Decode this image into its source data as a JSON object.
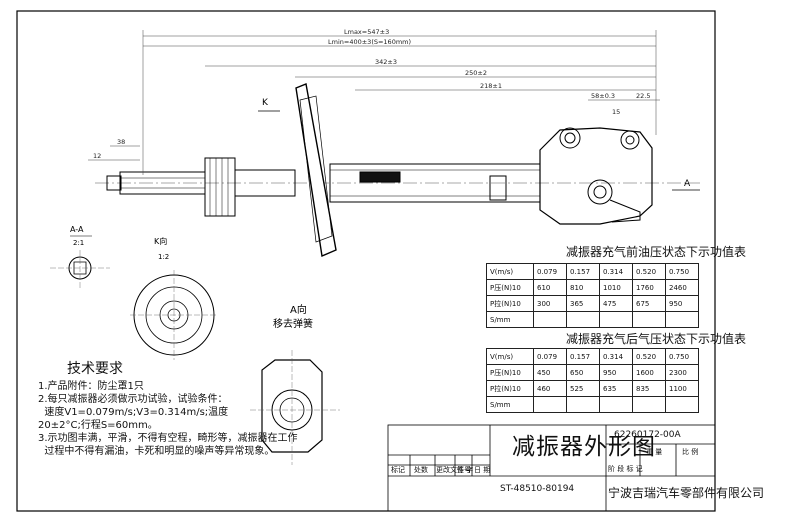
{
  "drawing": {
    "dims": {
      "lmax": "Lmax=547±3",
      "lmin": "Lmin=400±3(S=160mm)",
      "d342": "342±3",
      "d250": "250±2",
      "d218": "218±1",
      "d58": "58±0.3",
      "d22": "22.5",
      "d38": "38",
      "d12": "12",
      "d15": "15"
    },
    "section_label": "A-A",
    "section_scale": "2:1",
    "view_a_label": "A",
    "view_k_label": "K",
    "detail_label": "K向",
    "detail_scale": "1:2",
    "view_dir_title": "A向",
    "view_dir_sub": "移去弹簧"
  },
  "tech_requirements": {
    "title": "技术要求",
    "lines": [
      "1.产品附件：防尘罩1只",
      "2.每只减振器必须做示功试验，试验条件：",
      "  速度V1=0.079m/s;V3=0.314m/s;温度",
      "20±2°C;行程S=60mm。",
      "3.示功图丰满，平滑，不得有空程，畸形等，减振器在工作",
      "  过程中不得有漏油，卡死和明显的噪声等异常现象。"
    ]
  },
  "tables": [
    {
      "title": "减振器充气前油压状态下示功值表",
      "rows": [
        [
          "V(m/s)",
          "0.079",
          "0.157",
          "0.314",
          "0.520",
          "0.750"
        ],
        [
          "P压(N)10",
          "610",
          "810",
          "1010",
          "1760",
          "2460"
        ],
        [
          "P拉(N)10",
          "300",
          "365",
          "475",
          "675",
          "950"
        ],
        [
          "S/mm",
          "",
          "",
          "",
          "",
          ""
        ]
      ]
    },
    {
      "title": "减振器充气后气压状态下示功值表",
      "rows": [
        [
          "V(m/s)",
          "0.079",
          "0.157",
          "0.314",
          "0.520",
          "0.750"
        ],
        [
          "P压(N)10",
          "450",
          "650",
          "950",
          "1600",
          "2300"
        ],
        [
          "P拉(N)10",
          "460",
          "525",
          "635",
          "835",
          "1100"
        ],
        [
          "S/mm",
          "",
          "",
          "",
          "",
          ""
        ]
      ]
    }
  ],
  "title_block": {
    "part_name": "减振器外形图",
    "drawing_no": "62260172-00A",
    "part_no": "ST-48510-80194",
    "company": "宁波吉瑞汽车零部件有限公司",
    "labels": [
      "标记",
      "处数",
      "更改文件号",
      "签 字",
      "日 期"
    ],
    "stage_labels": [
      "阶 段 标 记",
      "重 量",
      "比 例"
    ]
  }
}
